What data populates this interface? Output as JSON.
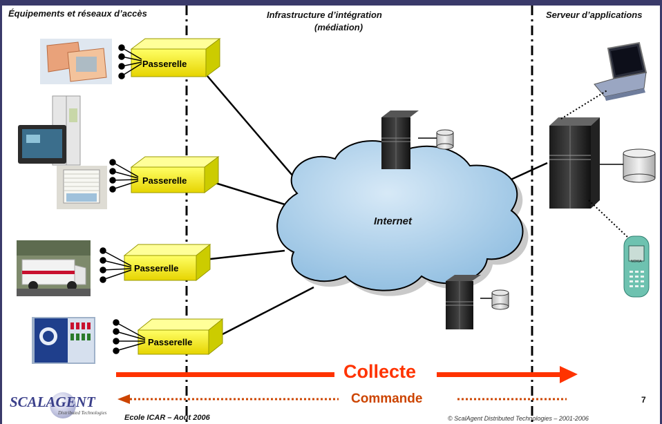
{
  "headers": {
    "left": "Équipements et réseaux d’accès",
    "middle_line1": "Infrastructure d’intégration",
    "middle_line2": "(médiation)",
    "right": "Serveur d’applications"
  },
  "gateway_label": "Passerelle",
  "cloud_label": "Internet",
  "arrows": {
    "collect": "Collecte",
    "command": "Commande"
  },
  "colors": {
    "gateway_fill": "#ffff33",
    "cloud_fill": "#a8cce8",
    "collect_arrow": "#ff3300",
    "command_arrow": "#cc4400",
    "frame": "#3a3a6a"
  },
  "icons": {
    "gateways": "gateway-box-icon",
    "server": "server-tower-icon",
    "database": "database-cylinder-icon",
    "laptop": "laptop-icon",
    "phone": "mobile-phone-icon"
  },
  "footer": {
    "logo": "SCALAGENT",
    "logo_sub": "Distributed Technologies",
    "event": "Ecole ICAR – Août 2006",
    "copyright": "© ScalAgent Distributed Technologies – 2001-2006",
    "page_number": "7"
  }
}
